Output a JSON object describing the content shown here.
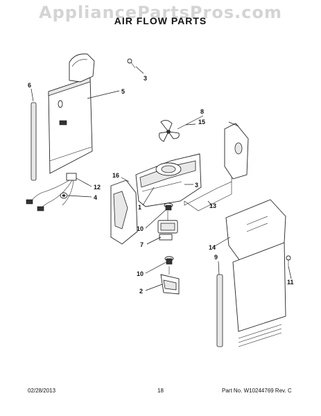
{
  "watermark": "AppliancePartsPros.com",
  "title": "AIR FLOW PARTS",
  "callouts": [
    "1",
    "2",
    "3",
    "3",
    "4",
    "5",
    "6",
    "7",
    "8",
    "9",
    "10",
    "10",
    "11",
    "12",
    "13",
    "14",
    "15",
    "16"
  ],
  "footer": {
    "date": "02/28/2013",
    "page": "18",
    "part_number": "Part No. W10244769  Rev. C"
  }
}
